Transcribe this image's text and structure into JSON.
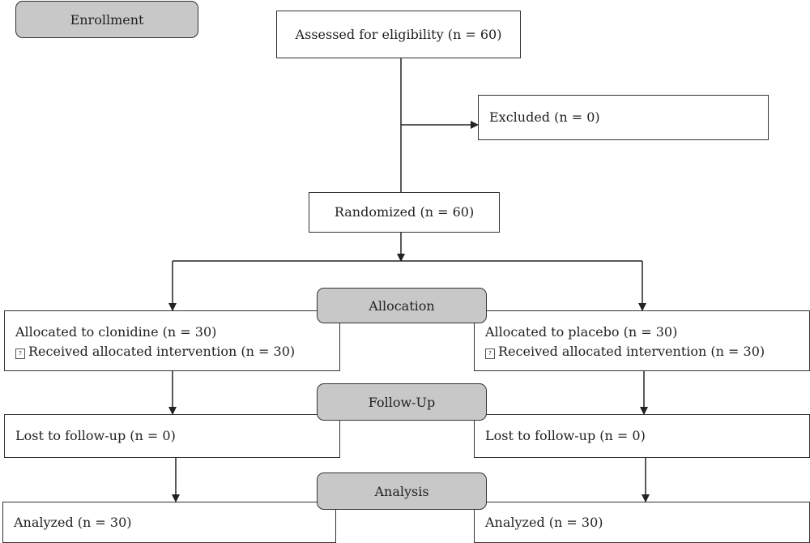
{
  "stages": {
    "enrollment": "Enrollment",
    "allocation": "Allocation",
    "follow_up": "Follow-Up",
    "analysis": "Analysis"
  },
  "assessed": "Assessed for eligibility (n = 60)",
  "excluded": "Excluded (n = 0)",
  "randomized": "Randomized (n = 60)",
  "arms": {
    "left": {
      "allocated": "Allocated to clonidine (n = 30)",
      "received": "Received allocated intervention (n = 30)",
      "lost": "Lost to follow-up (n = 0)",
      "analyzed": "Analyzed (n = 30)"
    },
    "right": {
      "allocated": "Allocated to placebo (n = 30)",
      "received": "Received allocated intervention (n = 30)",
      "lost": "Lost to follow-up (n = 0)",
      "analyzed": "Analyzed (n = 30)"
    }
  },
  "glyph": "?",
  "colors": {
    "stage_fill": "#c8c8c8",
    "line": "#222222",
    "box_border": "#333333"
  }
}
